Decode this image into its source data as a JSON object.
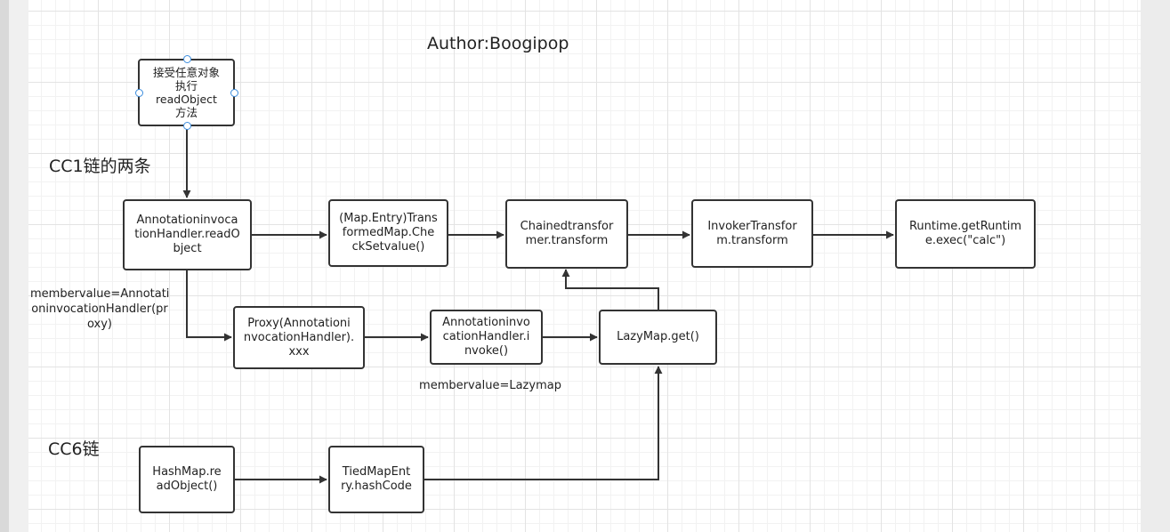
{
  "diagram": {
    "author": "Author:Boogipop",
    "section_cc1": "CC1链的两条",
    "section_cc6": "CC6链",
    "nodes": {
      "start": "接受任意对象\n执行\nreadObject\n方法",
      "annotation_readobject": "Annotationinvoca\ntionHandler.readO\nbject",
      "transformedmap_checksetvalue": "(Map.Entry)Trans\nformedMap.Che\nckSetvalue()",
      "chainedtransformer": "Chainedtransfor\nmer.transform",
      "invokertransformer": "InvokerTransfor\nm.transform",
      "runtime_exec": "Runtime.getRuntim\ne.exec(\"calc\")",
      "proxy": "Proxy(Annotationi\nnvocationHandler).\nxxx",
      "annotation_invoke": "Annotationinvo\ncationHandler.i\nnvoke()",
      "lazymap_get": "LazyMap.get()",
      "hashmap_readobject": "HashMap.re\nadObject()",
      "tiedmapentry_hashcode": "TiedMapEnt\nry.hashCode"
    },
    "annotations": {
      "membervalue_proxy": "membervalue=Annotati\noninvocationHandler(pr\noxy)",
      "membervalue_lazymap": "membervalue=Lazymap"
    }
  }
}
